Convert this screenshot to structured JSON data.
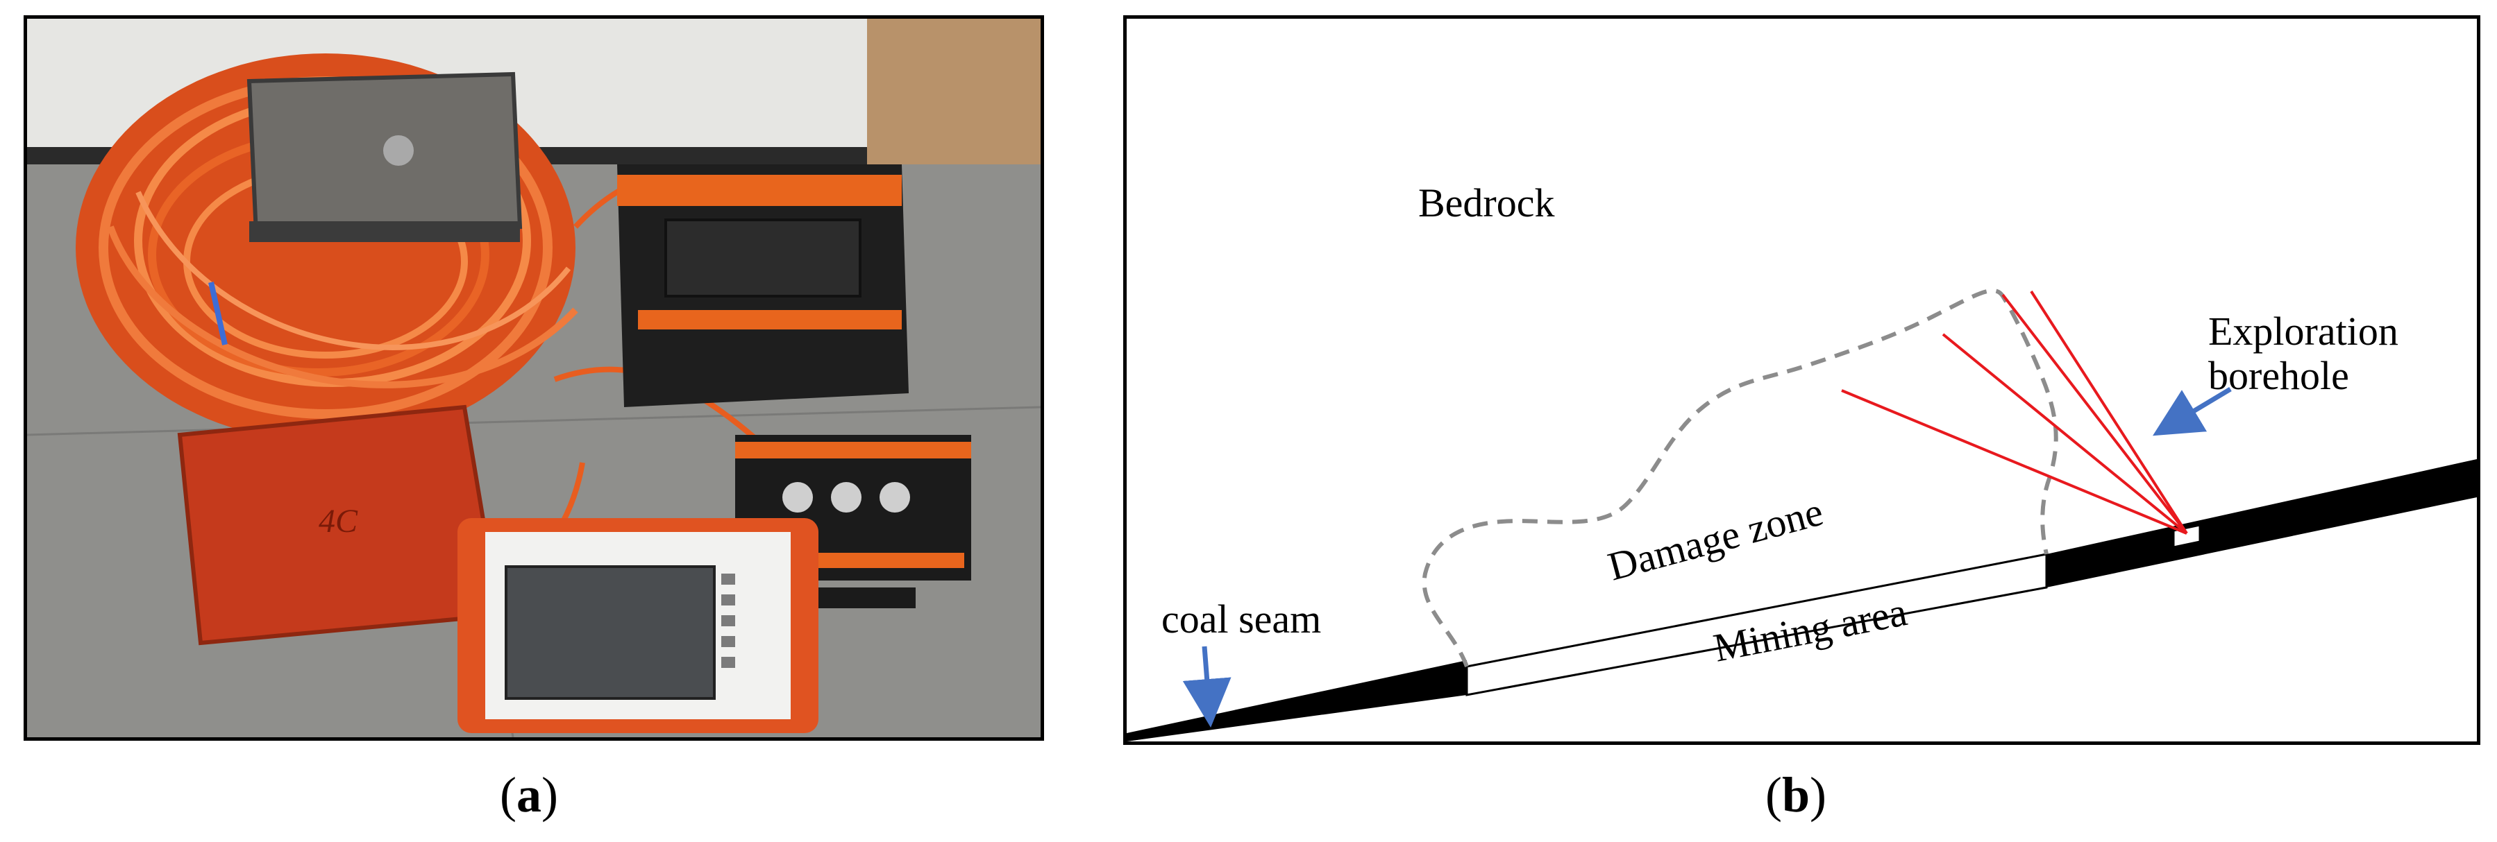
{
  "panels": [
    {
      "id": "a",
      "label_open": "(",
      "label_letter": "a",
      "label_close": ")",
      "content": "photo-of-geophysical-exploration-equipment"
    },
    {
      "id": "b",
      "label_open": "(",
      "label_letter": "b",
      "label_close": ")"
    }
  ],
  "diagram": {
    "bedrock": "Bedrock",
    "exploration_line1": "Exploration",
    "exploration_line2": "borehole",
    "damage_zone": "Damage zone",
    "mining_area": "Mining area",
    "coal_seam": "coal seam"
  },
  "colors": {
    "borehole_lines": "#e8191e",
    "arrows": "#4472c4",
    "damage_outline": "#8c8c8c",
    "cable": "#e85d1f",
    "case": "#1e1e1e"
  }
}
